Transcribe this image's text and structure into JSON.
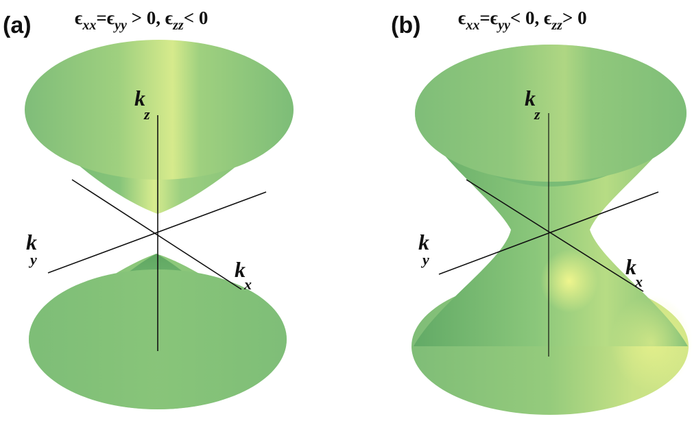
{
  "panels": [
    {
      "letter": "(a)",
      "header": {
        "eps1": "ϵ",
        "sub1": "xx",
        "eq": "=ϵ",
        "sub2": "yy",
        "cond1": " > 0, ϵ",
        "sub3": "zz",
        "cond2": "< 0"
      },
      "axes": {
        "kz": "k",
        "kz_sub": "z",
        "ky": "k",
        "ky_sub": "y",
        "kx": "k",
        "kx_sub": "x"
      },
      "surface": "two-sheet hyperboloid"
    },
    {
      "letter": "(b)",
      "header": {
        "eps1": "ϵ",
        "sub1": "xx",
        "eq": "=ϵ",
        "sub2": "yy",
        "cond1": "< 0, ϵ",
        "sub3": "zz",
        "cond2": "> 0"
      },
      "axes": {
        "kz": "k",
        "kz_sub": "z",
        "ky": "k",
        "ky_sub": "y",
        "kx": "k",
        "kx_sub": "x"
      },
      "surface": "one-sheet hyperboloid"
    }
  ],
  "colors": {
    "surface_base": "#82c27c",
    "surface_dark": "#5fa866",
    "surface_light": "#c9e487",
    "highlight": "#e8f28a",
    "axis": "#111111"
  }
}
